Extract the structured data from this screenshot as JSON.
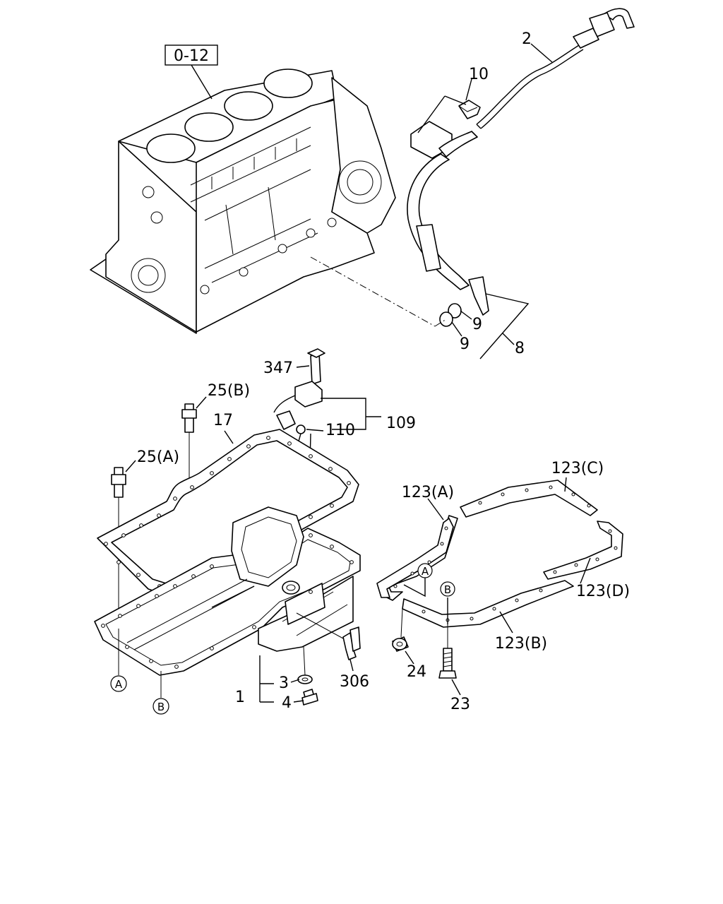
{
  "labels": {
    "ref_box": "0-12",
    "p2": "2",
    "p10": "10",
    "p9a": "9",
    "p9b": "9",
    "p8": "8",
    "p347": "347",
    "p25b": "25(B)",
    "p17": "17",
    "p109": "109",
    "p110": "110",
    "p25a": "25(A)",
    "p123a": "123(A)",
    "p123c": "123(C)",
    "p123d": "123(D)",
    "p123b": "123(B)",
    "p1": "1",
    "p3": "3",
    "p4": "4",
    "p306": "306",
    "p24": "24",
    "p23": "23"
  },
  "markers": {
    "a_pan": "A",
    "b_pan": "B",
    "a_gasket": "A",
    "b_gasket": "B"
  }
}
